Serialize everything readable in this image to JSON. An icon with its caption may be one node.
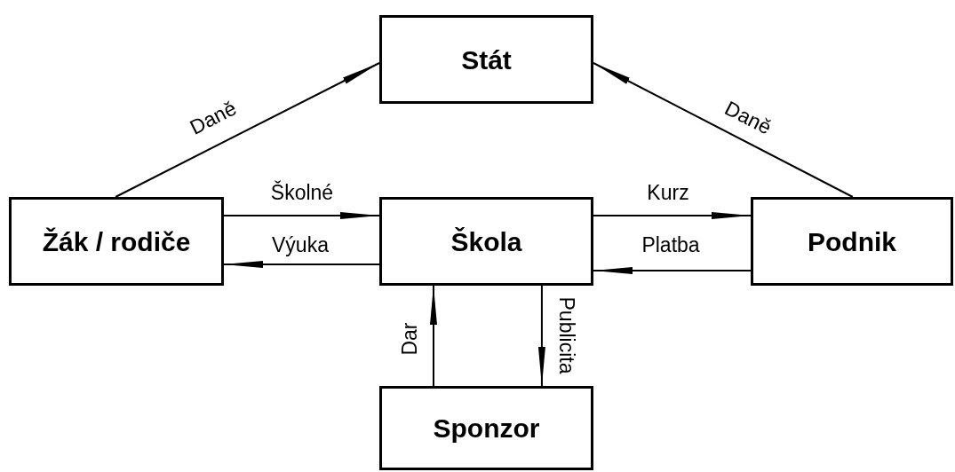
{
  "diagram": {
    "nodes": [
      {
        "text": [
          "Stát"
        ]
      },
      {
        "text": [
          "Žák / rodiče"
        ]
      },
      {
        "text": [
          "Škola"
        ]
      },
      {
        "text": [
          "Podnik"
        ]
      },
      {
        "text": [
          "Sponzor"
        ]
      }
    ],
    "edges": [
      {
        "from": 1,
        "to": 0,
        "arrow": "to",
        "label": "Daně"
      },
      {
        "from": 3,
        "to": 0,
        "arrow": "to",
        "label": "Daně"
      },
      {
        "from": 1,
        "to": 2,
        "arrow": "to",
        "label": "Školné"
      },
      {
        "from": 2,
        "to": 1,
        "arrow": "to",
        "label": "Výuka"
      },
      {
        "from": 2,
        "to": 3,
        "arrow": "to",
        "label": "Kurz"
      },
      {
        "from": 3,
        "to": 2,
        "arrow": "to",
        "label": "Platba"
      },
      {
        "from": 4,
        "to": 2,
        "arrow": "to",
        "label": "Dar"
      },
      {
        "from": 2,
        "to": 4,
        "arrow": "to",
        "label": "Publicita"
      }
    ]
  }
}
